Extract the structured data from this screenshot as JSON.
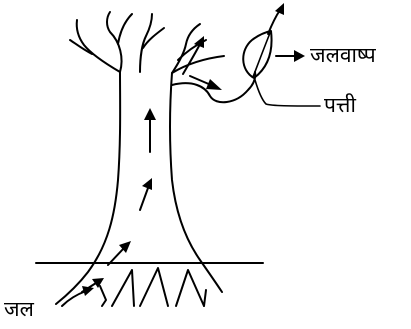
{
  "labels": {
    "vapour": "जलवाष्प",
    "leaf": "पत्ती",
    "water": "जल"
  }
}
